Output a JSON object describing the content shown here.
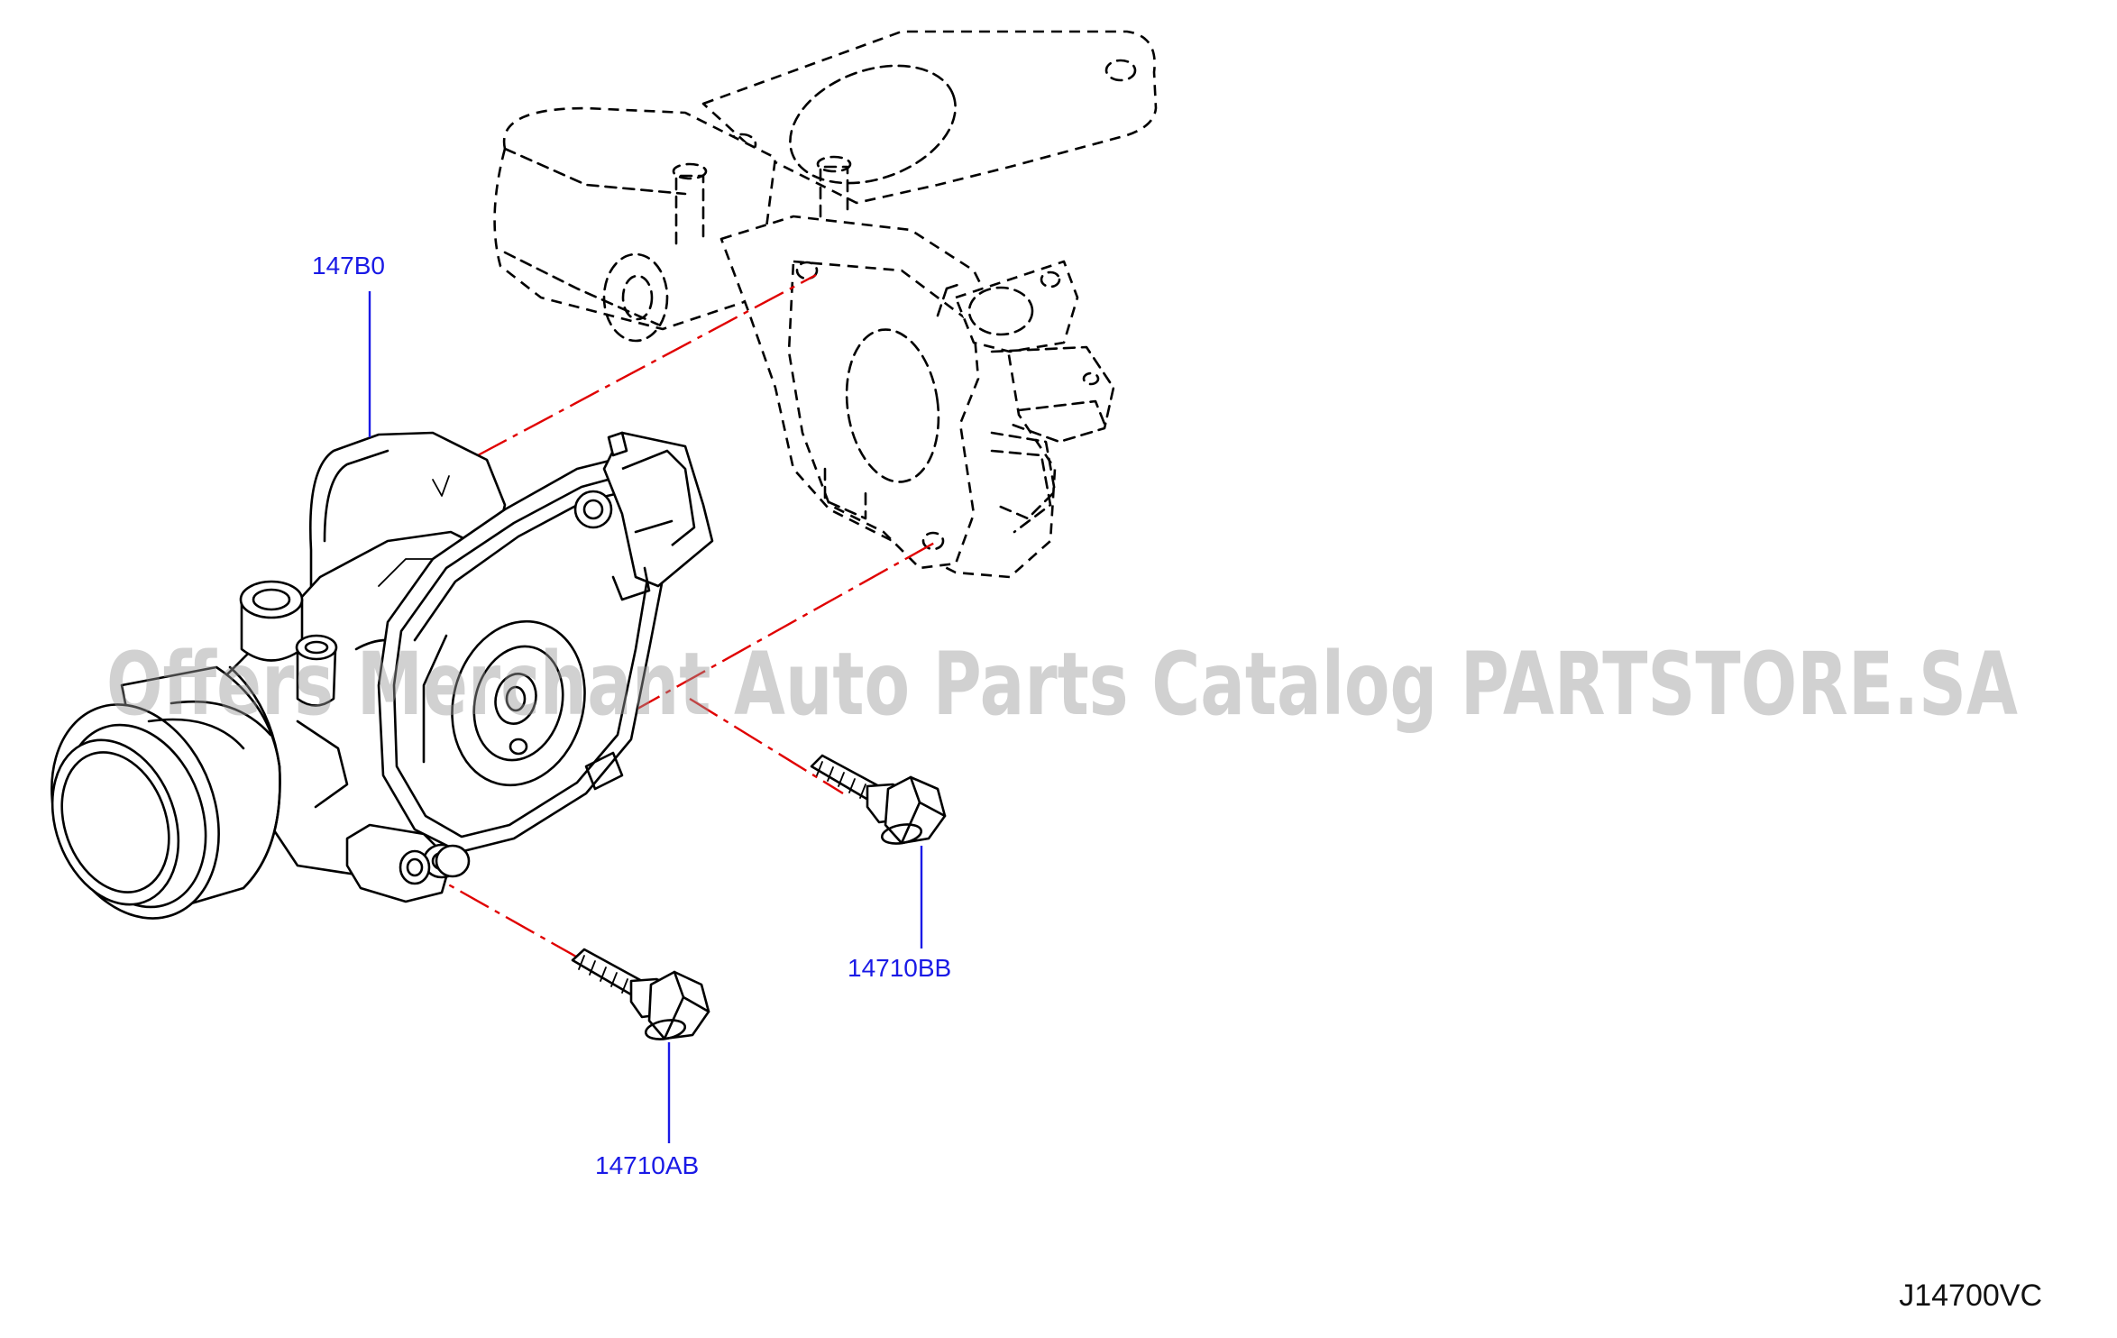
{
  "diagram": {
    "callouts": {
      "throttle_chamber": "147B0",
      "bolt_upper": "14710BB",
      "bolt_lower": "14710AB"
    },
    "illustration_code": "J14700VC",
    "watermark": "Offers Merchant Auto Parts Catalog PARTSTORE.SA",
    "colors": {
      "callout_text": "#1a1ae6",
      "leader_line": "#1a1ae6",
      "alignment_line": "#e00000",
      "outline": "#000000"
    }
  }
}
